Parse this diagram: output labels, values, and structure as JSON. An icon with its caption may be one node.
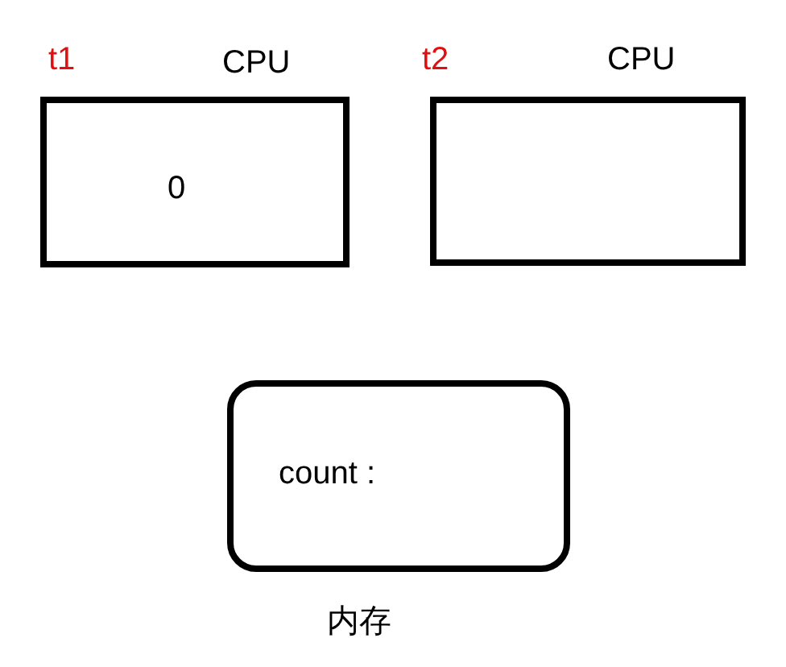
{
  "diagram": {
    "nodes": [
      {
        "text": [
          "CPU",
          "0"
        ],
        "beside": [
          "t1"
        ]
      },
      {
        "text": [
          "CPU"
        ],
        "beside": [
          "t2"
        ]
      },
      {
        "text": [
          "count :"
        ],
        "beside": [
          "内存"
        ]
      }
    ]
  }
}
